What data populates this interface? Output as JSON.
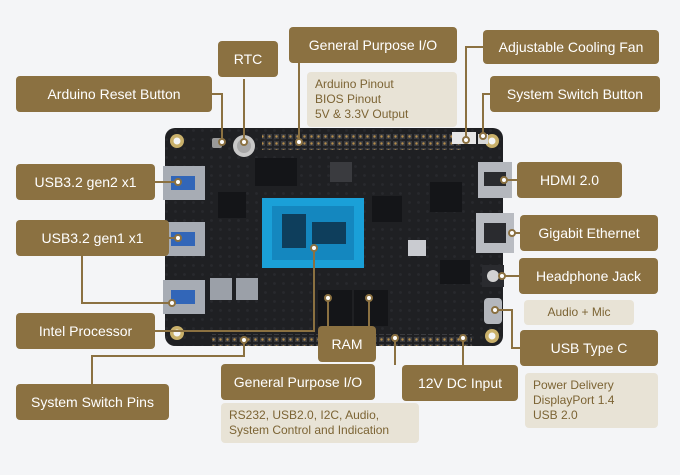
{
  "labels": {
    "rtc": "RTC",
    "gpio_top": "General Purpose I/O",
    "fan": "Adjustable Cooling Fan",
    "arduino_reset": "Arduino Reset Button",
    "system_switch_button": "System Switch Button",
    "usb32_gen2": "USB3.2 gen2 x1",
    "hdmi": "HDMI 2.0",
    "usb32_gen1": "USB3.2 gen1 x1",
    "ethernet": "Gigabit Ethernet",
    "headphone": "Headphone Jack",
    "intel": "Intel Processor",
    "ram": "RAM",
    "usbc": "USB Type C",
    "gpio_bottom": "General Purpose I/O",
    "dc": "12V DC Input",
    "system_switch_pins": "System Switch Pins"
  },
  "notes": {
    "gpio_top": [
      "Arduino Pinout",
      "BIOS Pinout",
      "5V & 3.3V Output"
    ],
    "audio": [
      "Audio + Mic"
    ],
    "usbc": [
      "Power Delivery",
      "DisplayPort 1.4",
      "USB 2.0"
    ],
    "gpio_bottom": [
      "RS232, USB2.0, I2C, Audio,",
      "System Control and Indication"
    ]
  },
  "colors": {
    "label_bg": "#8b7141",
    "note_bg": "#e8e3d6",
    "note_text": "#7c6434",
    "board": "#1f2023",
    "cpu": "#1aa0d8"
  }
}
